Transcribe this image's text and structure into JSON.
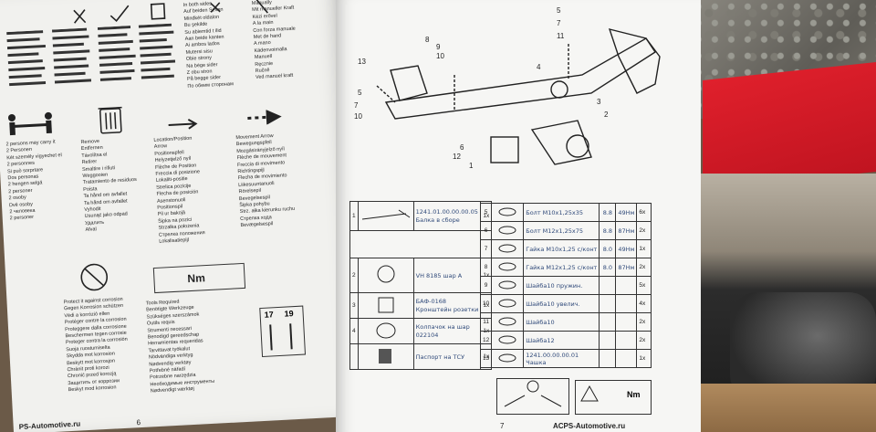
{
  "left_page": {
    "lang_list_1": [
      "In both sides",
      "Auf beiden Seiten",
      "Mindkét oldalon",
      "Bu şekilde",
      "Su abiemtid t ilid",
      "Aan beide kanten",
      "Ai ambos lados",
      "Mutersi sisu",
      "Obie strony",
      "Na bėge sider",
      "Z obu stron",
      "På begge sider",
      "По обеим сторонам"
    ],
    "lang_list_2": [
      "Manually",
      "Mit manueller Kraft",
      "Kézi erővel",
      "A la main",
      "Con forza manuale",
      "Met de hand",
      "A mano",
      "Kädenvoimalla",
      "Manuell",
      "Ręcznie",
      "Ručně",
      "Ved manuel kraft"
    ],
    "arrow_labels": [
      "Location/Position",
      "Arrow",
      "Positionspfeil",
      "Helyzetjelző nyíl",
      "Flèche de Position",
      "Freccia di posizione",
      "Lokaliti-positie",
      "Strelica pozicije",
      "Flecha de posición",
      "Asenstonuoli",
      "Positionspil",
      "Pil ur bakojā",
      "Šipka na pozici",
      "Strzałka położenia",
      "Стрелка положения",
      "Lokalisatiepijl"
    ],
    "movement_labels": [
      "Movement Arrow",
      "Bewegungspfeil",
      "Mozgásirányjelző nyíl",
      "Flèche de mouvement",
      "Freccia di movimento",
      "Richtingspijl",
      "Flecha de movimiento",
      "Liikesuuntanuoli",
      "Rörelsepil",
      "Bevegelsespil",
      "Šipka pohybu",
      "Strz. ałka kierunku ruchu",
      "Стрелка хода",
      "Bevægelsespil"
    ],
    "remove_labels": [
      "Remove",
      "Entfernen",
      "Távolítsa el",
      "Retirer",
      "Smaltire i rifiuti",
      "Weggooien",
      "Tratamiento de residuos",
      "Poista",
      "Ta hånd om avfallet",
      "Ta hånd om avfallet",
      "Vyhodit",
      "Usunąć jako odpad",
      "Удалить",
      "Afval"
    ],
    "protect_labels": [
      "Protect it against corrosion",
      "Gegen Korrosion schützen",
      "Védi a korrózió ellen",
      "Protéger contre la corrosion",
      "Proteggere dalla corrosione",
      "Beschermen tegen corrosie",
      "Proteger contra la corrosión",
      "Suoja ruostumiselta",
      "Skydda mot korrosion",
      "Beskytt mot korrosjon",
      "Chránit proti korozi",
      "Chronić przed korozją",
      "Защитить от коррозии",
      "Beskyt mod korrosion"
    ],
    "tool_labels": [
      "Tools Required",
      "Benötigte Werkzeuge",
      "Szükséges szerszámok",
      "Outils requis",
      "Strumenti necessari",
      "Benodigd gereedschap",
      "Herramientas requeridas",
      "Tarvittavat työkalut",
      "Nödvändiga verktyg",
      "Nødvendig verktøy",
      "Potřebné nářadí",
      "Potrzebne narzędzia",
      "Необходимые инструменты",
      "Nødvendigt værktøj"
    ],
    "persons_labels": [
      "2 persons may carry it",
      "2 Personen",
      "Két személy vigyechet el",
      "2 personnes",
      "Si può sorprtare",
      "Dos personas",
      "2 hengen selgä",
      "2 personer",
      "2 osoby",
      "Dvě osoby",
      "2 человека",
      "2 personer"
    ],
    "pictogram_nm": "Nm",
    "tool_size_1": "17",
    "tool_size_2": "19",
    "footer_url": "PS-Automotive.ru",
    "page_number": "6"
  },
  "right_page": {
    "diagram_callouts": [
      "5",
      "8",
      "9",
      "10",
      "11",
      "7",
      "13",
      "4",
      "3",
      "2",
      "1",
      "6",
      "5",
      "7",
      "10",
      "12"
    ],
    "parts_left": [
      {
        "no": "1",
        "name": "1241.01.00.00.00.05",
        "note": "Балка в сборе",
        "qty": "1x"
      },
      {
        "no": "2",
        "name": "VH 8185 шар А",
        "note": "",
        "qty": "1x"
      },
      {
        "no": "3",
        "name": "БАФ-0168",
        "note": "Кронштейн розетки",
        "qty": "1x"
      },
      {
        "no": "4",
        "name": "Колпачок на шар",
        "note": "022104",
        "qty": "1x"
      },
      {
        "no": "",
        "name": "Паспорт на ТСУ",
        "note": "",
        "qty": "1x"
      }
    ],
    "parts_right": [
      {
        "no": "5",
        "name": "Болт М10х1,25х35",
        "grade": "8.8",
        "torque": "49Нм",
        "qty": "6x"
      },
      {
        "no": "6",
        "name": "Болт М12х1,25х75",
        "grade": "8.8",
        "torque": "87Нм",
        "qty": "2x"
      },
      {
        "no": "7",
        "name": "Гайка М10х1,25 с/конт",
        "grade": "8.0",
        "torque": "49Нм",
        "qty": "1x"
      },
      {
        "no": "8",
        "name": "Гайка М12х1,25 с/конт",
        "grade": "8.0",
        "torque": "87Нм",
        "qty": "2x"
      },
      {
        "no": "9",
        "name": "Шайба10 пружин.",
        "grade": "",
        "torque": "",
        "qty": "5x"
      },
      {
        "no": "10",
        "name": "Шайба10 увелич.",
        "grade": "",
        "torque": "",
        "qty": "4x"
      },
      {
        "no": "11",
        "name": "Шайба10",
        "grade": "",
        "torque": "",
        "qty": "2x"
      },
      {
        "no": "12",
        "name": "Шайба12",
        "grade": "",
        "torque": "",
        "qty": "2x"
      },
      {
        "no": "13",
        "name": "1241.00.00.00.01",
        "grade": "",
        "torque": "",
        "qty": "1x"
      }
    ],
    "row13_note": "Чашка",
    "bottom_nm": "Nm",
    "footer_url": "ACPS-Automotive.ru",
    "page_number": "7"
  }
}
